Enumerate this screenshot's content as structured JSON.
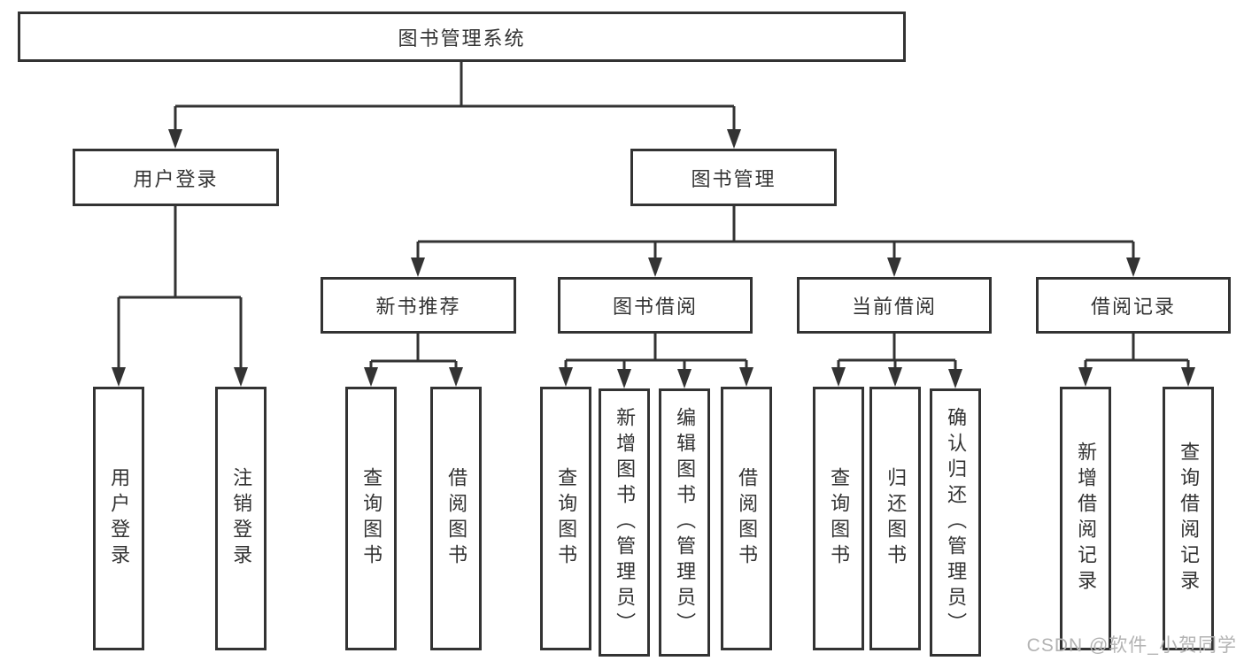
{
  "diagram": {
    "type": "hierarchy-tree",
    "colors": {
      "line": "#333333",
      "box_border": "#333333",
      "box_fill": "#ffffff",
      "text": "#333333",
      "watermark_text": "#b3b3b3"
    },
    "tree": {
      "label": "图书管理系统",
      "children": [
        {
          "label": "用户登录",
          "children": [
            {
              "label": "用户登录"
            },
            {
              "label": "注销登录"
            }
          ]
        },
        {
          "label": "图书管理",
          "children": [
            {
              "label": "新书推荐",
              "children": [
                {
                  "label": "查询图书"
                },
                {
                  "label": "借阅图书"
                }
              ]
            },
            {
              "label": "图书借阅",
              "children": [
                {
                  "label": "查询图书"
                },
                {
                  "label": "新增图书（管理员）"
                },
                {
                  "label": "编辑图书（管理员）"
                },
                {
                  "label": "借阅图书"
                }
              ]
            },
            {
              "label": "当前借阅",
              "children": [
                {
                  "label": "查询图书"
                },
                {
                  "label": "归还图书"
                },
                {
                  "label": "确认归还（管理员）"
                }
              ]
            },
            {
              "label": "借阅记录",
              "children": [
                {
                  "label": "新增借阅记录"
                },
                {
                  "label": "查询借阅记录"
                }
              ]
            }
          ]
        }
      ]
    },
    "watermark": "CSDN @软件_小贺同学"
  }
}
